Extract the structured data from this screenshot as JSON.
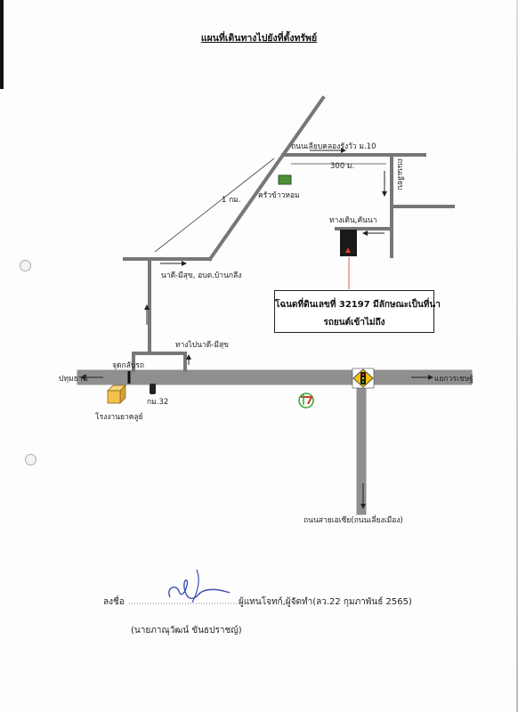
{
  "document": {
    "title": "แผนที่เดินทางไปยังที่ตั้งทรัพย์"
  },
  "map": {
    "labels": {
      "road_top": "ถนนเลียบคลองรังวัว ม.10",
      "distance_300": "300 ม.",
      "road_right": "ถนนเลียบ",
      "distance_1km": "1 กม.",
      "kitchen": "ครัวข้าวหอม",
      "paddy_path": "ทางเดิน,คันนา",
      "natee_junction": "นาดี-มีสุข, อบต.บ้านกลึง",
      "natee_road": "ทางไปนาดี-มีสุข",
      "u_turn": "จุดกลับรถ",
      "pathum_thani": "ปทุมธานี",
      "km32": "กม.32",
      "factory": "โรงงานยาคลูย์",
      "waraset_junction": "แยกวรเชษฐ์",
      "sai_asia_road": "ถนนสายเอเซีย(ถนนเลี่ยงเมือง)"
    },
    "deed_box": {
      "line1": "โฉนดที่ดินเลขที่ 32197 มีลักษณะเป็นที่นา",
      "line2": "รถยนต์เข้าไม่ถึง"
    },
    "colors": {
      "road": "#8f8f8f",
      "kitchen_marker": "#4f8f3a",
      "property_marker": "#1a1a1a",
      "factory_box": "#f2c14e",
      "gas_station": "#d9342b",
      "traffic_light": "#f4c20d"
    }
  },
  "signature": {
    "label": "ลงชื่อ",
    "role": "ผู้แทนโจทก์,ผู้จัดทำ(ลว.22 กุมภาพันธ์ 2565)",
    "name": "(นายภาณุวัฒน์ ขันธปราชญ์)"
  }
}
